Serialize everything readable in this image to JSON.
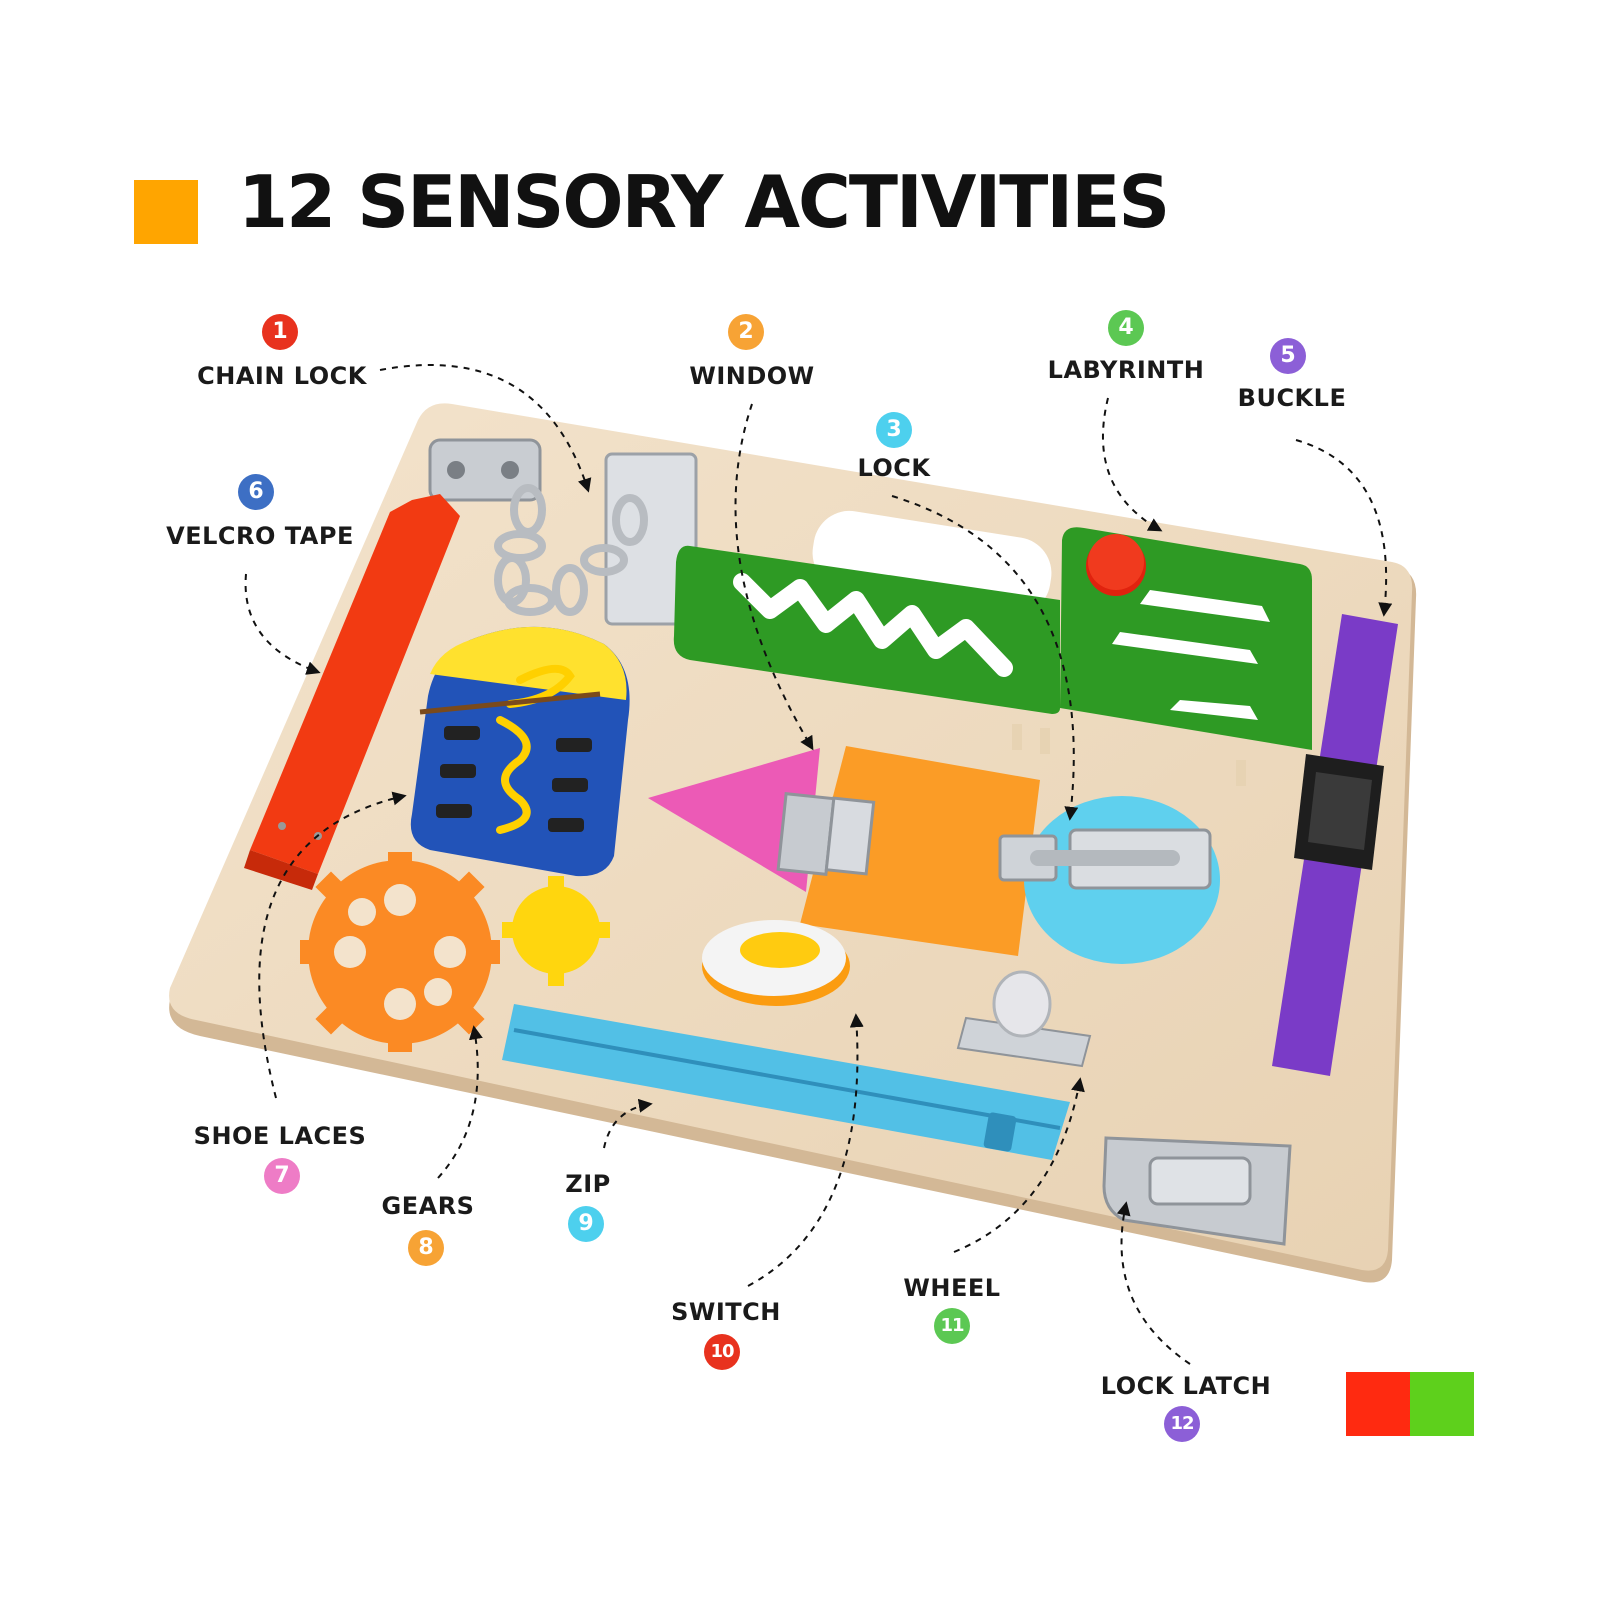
{
  "heading": {
    "text": "12 SENSORY ACTIVITIES",
    "accent": "#FFA500"
  },
  "activities": [
    {
      "num": "1",
      "label": "CHAIN LOCK",
      "color": "#E8321E"
    },
    {
      "num": "2",
      "label": "WINDOW",
      "color": "#F7A335"
    },
    {
      "num": "3",
      "label": "LOCK",
      "color": "#4DD0EE"
    },
    {
      "num": "4",
      "label": "LABYRINTH",
      "color": "#5CC853"
    },
    {
      "num": "5",
      "label": "BUCKLE",
      "color": "#8C5FD7"
    },
    {
      "num": "6",
      "label": "VELCRO TAPE",
      "color": "#3D6FC4"
    },
    {
      "num": "7",
      "label": "SHOE LACES",
      "color": "#EE7CC6"
    },
    {
      "num": "8",
      "label": "GEARS",
      "color": "#F7A335"
    },
    {
      "num": "9",
      "label": "ZIP",
      "color": "#4DD0EE"
    },
    {
      "num": "10",
      "label": "SWITCH",
      "color": "#E8321E"
    },
    {
      "num": "11",
      "label": "WHEEL",
      "color": "#5CC853"
    },
    {
      "num": "12",
      "label": "LOCK LATCH",
      "color": "#8C5FD7"
    }
  ],
  "corner_swatches": [
    "#FF2A10",
    "#5ED01C"
  ]
}
